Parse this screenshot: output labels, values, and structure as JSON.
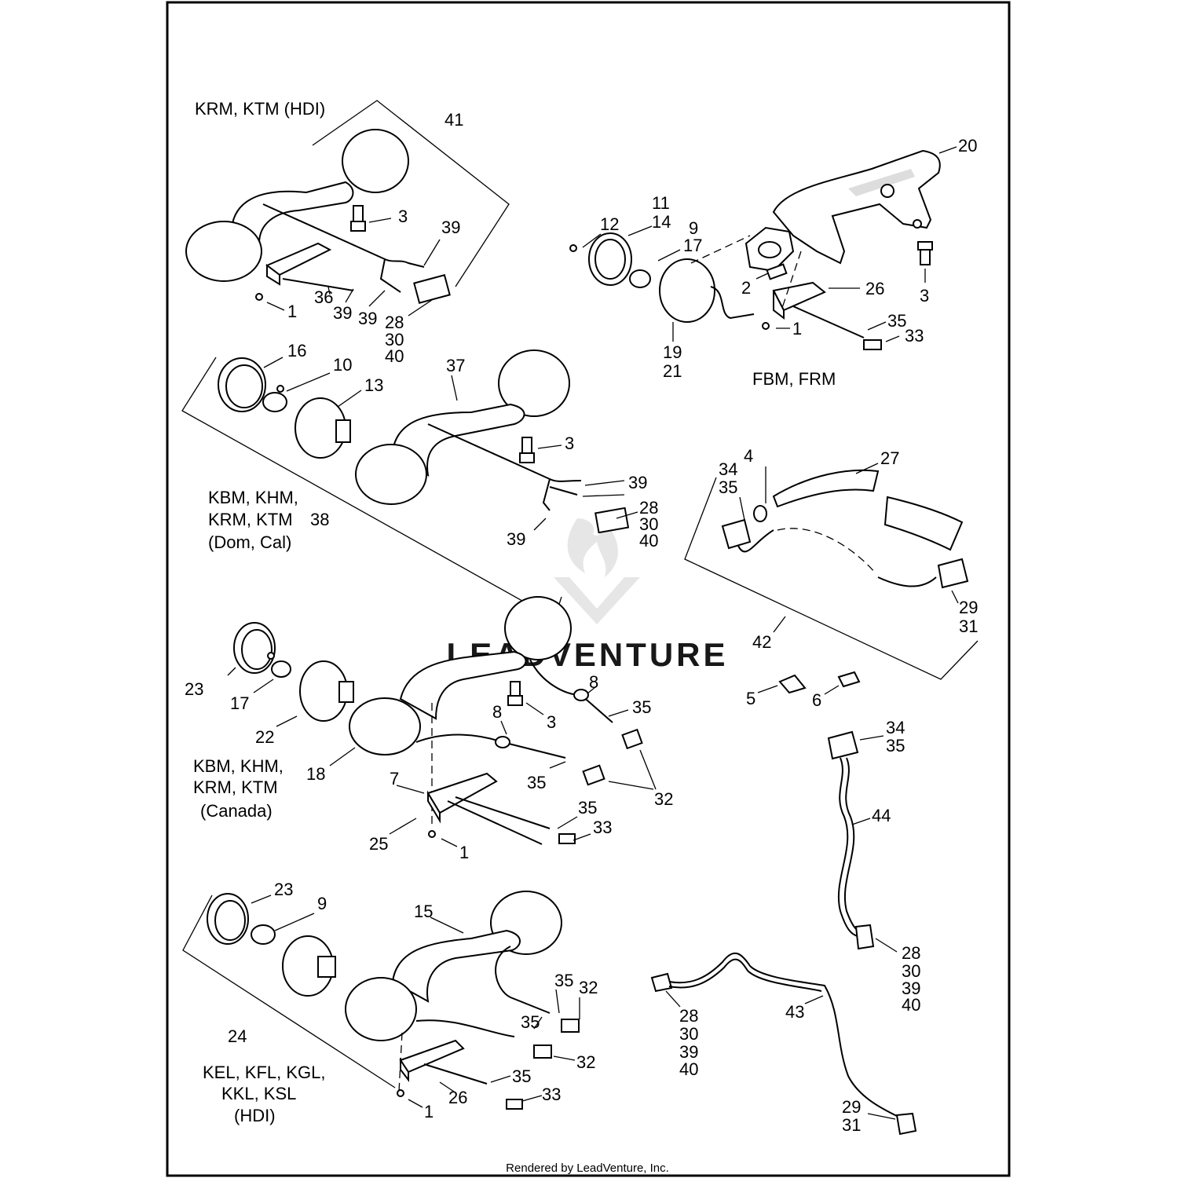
{
  "footer": "Rendered by LeadVenture, Inc.",
  "watermark": "LEADVENTURE",
  "groups": {
    "g1": "KRM, KTM (HDI)",
    "g2a": "KBM, KHM,",
    "g2b": "KRM, KTM",
    "g2c": "(Dom, Cal)",
    "g3": "FBM, FRM",
    "g4a": "KBM, KHM,",
    "g4b": "KRM, KTM",
    "g4c": "(Canada)",
    "g5a": "KEL, KFL, KGL,",
    "g5b": "KKL, KSL",
    "g5c": "(HDI)"
  },
  "callouts": {
    "c1": "41",
    "c2": "3",
    "c3": "39",
    "c4": "36",
    "c5": "1",
    "c6": "39",
    "c7": "39",
    "c8": "28",
    "c9": "30",
    "c10": "40",
    "c11": "20",
    "c12": "11",
    "c13": "14",
    "c14": "12",
    "c15": "9",
    "c16": "17",
    "c17": "2",
    "c18": "26",
    "c19": "3",
    "c20": "1",
    "c21": "35",
    "c22": "33",
    "c23": "19",
    "c24": "21",
    "c25": "16",
    "c26": "10",
    "c27": "13",
    "c28": "37",
    "c29": "3",
    "c30": "39",
    "c31": "28",
    "c32": "30",
    "c33": "40",
    "c34": "38",
    "c35": "39",
    "c36": "4",
    "c37": "34",
    "c38": "35",
    "c39": "27",
    "c40": "29",
    "c41": "31",
    "c42": "42",
    "c43": "5",
    "c44": "6",
    "c45": "8",
    "c46": "35",
    "c47": "3",
    "c48": "23",
    "c49": "17",
    "c50": "22",
    "c51": "8",
    "c52": "18",
    "c53": "35",
    "c54": "32",
    "c55": "7",
    "c56": "35",
    "c57": "33",
    "c58": "25",
    "c59": "1",
    "c60": "34",
    "c61": "35",
    "c62": "44",
    "c63": "28",
    "c64": "30",
    "c65": "39",
    "c66": "40",
    "c67": "23",
    "c68": "9",
    "c69": "15",
    "c70": "35",
    "c71": "32",
    "c72": "35",
    "c73": "24",
    "c74": "32",
    "c75": "35",
    "c76": "26",
    "c77": "33",
    "c78": "1",
    "c79": "43",
    "c80": "28",
    "c81": "30",
    "c82": "39",
    "c83": "40",
    "c84": "29",
    "c85": "31"
  }
}
